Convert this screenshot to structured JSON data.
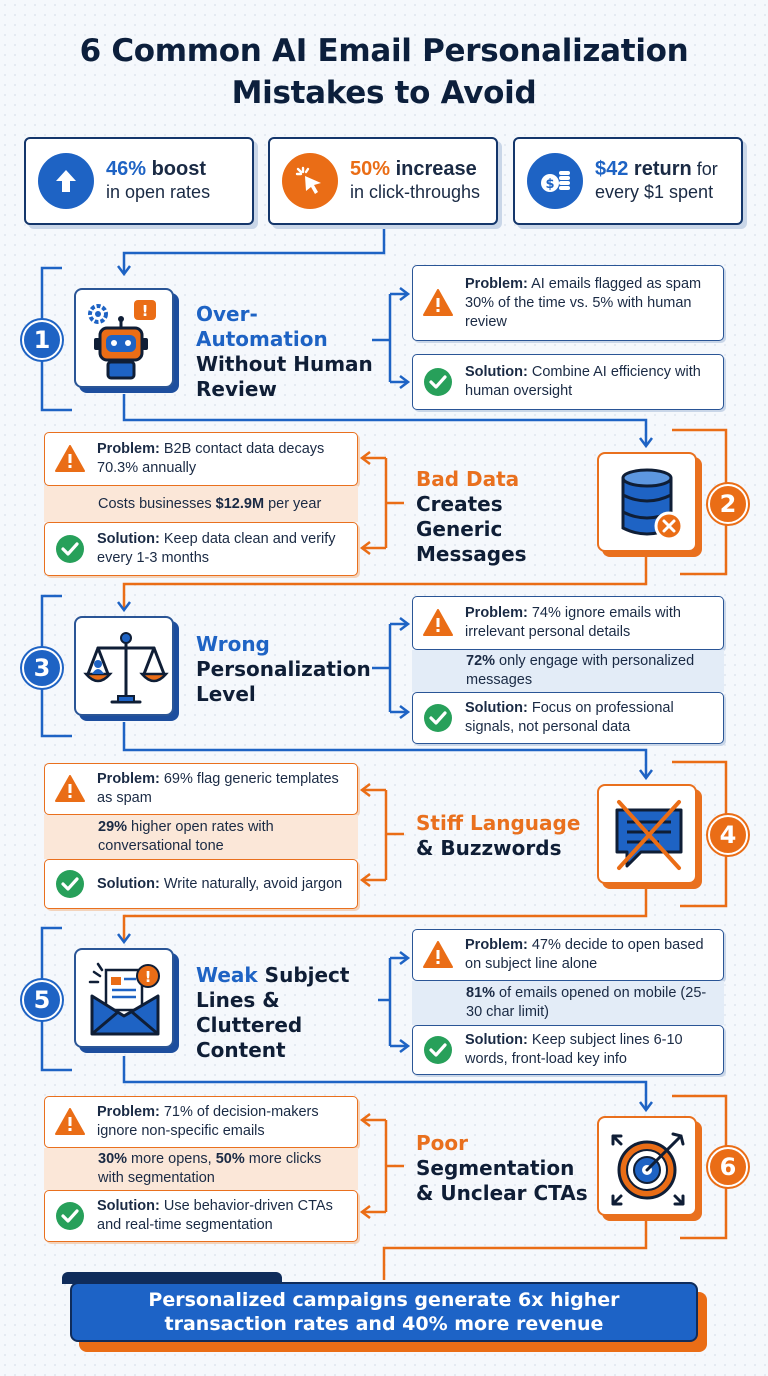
{
  "title": {
    "line1": "6 Common AI Email Personalization",
    "line2": "Mistakes to Avoid"
  },
  "stats": [
    {
      "highlight": "46%",
      "bold_rest": " boost",
      "line2": "in open rates",
      "icon": "arrow-up-icon",
      "color": "#1e63c4"
    },
    {
      "highlight": "50%",
      "bold_rest": " increase",
      "line2": "in click-throughs",
      "icon": "cursor-click-icon",
      "color": "#ea6d16"
    },
    {
      "highlight": "$42",
      "bold_rest": " return",
      "rest": " for",
      "line2": "every $1 spent",
      "icon": "coins-icon",
      "color": "#1e63c4"
    }
  ],
  "mistakes": [
    {
      "number": "1",
      "icon": "robot-alert-icon",
      "heading_accent": "Over-Automation",
      "heading_rest": [
        "Without Human",
        "Review"
      ],
      "problem_label": "Problem:",
      "problem": " AI emails flagged as spam 30% of the time vs. 5% with human review",
      "solution_label": "Solution:",
      "solution": " Combine AI efficiency with human oversight"
    },
    {
      "number": "2",
      "icon": "database-error-icon",
      "heading_accent": "Bad Data",
      "heading_rest": [
        "Creates Generic",
        "Messages"
      ],
      "problem_label": "Problem:",
      "problem": " B2B contact data decays 70.3% annually",
      "middle_pre": "Costs businesses ",
      "middle_bold": "$12.9M",
      "middle_post": " per year",
      "solution_label": "Solution:",
      "solution": " Keep data clean and verify every 1-3 months"
    },
    {
      "number": "3",
      "icon": "balance-scale-icon",
      "heading_accent": "Wrong",
      "heading_rest": [
        "Personalization",
        "Level"
      ],
      "problem_label": "Problem:",
      "problem": " 74% ignore emails with irrelevant personal details",
      "middle_bold": "72%",
      "middle_post": " only engage with personalized messages",
      "solution_label": "Solution:",
      "solution": " Focus on professional signals, not personal data"
    },
    {
      "number": "4",
      "icon": "crossed-chat-icon",
      "heading_accent": "Stiff Language",
      "heading_rest": [
        "& Buzzwords"
      ],
      "problem_label": "Problem:",
      "problem": " 69% flag generic templates as spam",
      "middle_bold": "29%",
      "middle_post": " higher open rates with conversational tone",
      "solution_label": "Solution:",
      "solution": " Write naturally, avoid jargon"
    },
    {
      "number": "5",
      "icon": "envelope-alert-icon",
      "heading_accent": "Weak",
      "heading_inline_rest": " Subject",
      "heading_rest": [
        "Lines & Cluttered",
        "Content"
      ],
      "problem_label": "Problem:",
      "problem": " 47% decide to open based on subject line alone",
      "middle_bold": "81%",
      "middle_post": " of emails opened on mobile (25-30 char limit)",
      "solution_label": "Solution:",
      "solution": " Keep subject lines 6-10 words, front-load key info"
    },
    {
      "number": "6",
      "icon": "target-arrows-icon",
      "heading_accent": "Poor",
      "heading_rest": [
        "Segmentation",
        "& Unclear CTAs"
      ],
      "problem_label": "Problem:",
      "problem": " 71% of decision-makers ignore non-specific emails",
      "middle_bold": "30%",
      "middle_post": " more opens, ",
      "middle_bold2": "50%",
      "middle_post2": " more clicks with segmentation",
      "solution_label": "Solution:",
      "solution": " Use behavior-driven CTAs and real-time segmentation"
    }
  ],
  "footer": {
    "line1": "Personalized campaigns generate 6x higher",
    "line2": "transaction rates and 40% more revenue"
  },
  "colors": {
    "blue": "#1e63c4",
    "orange": "#ea6d16",
    "navy": "#0c1f3c",
    "green": "#27a05a",
    "warning": "#ea6d16"
  }
}
